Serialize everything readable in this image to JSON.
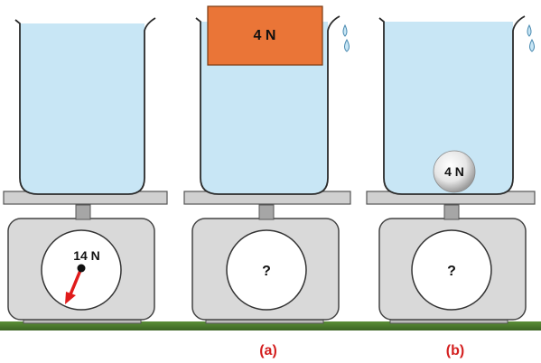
{
  "scales": [
    {
      "reading": "14 N"
    },
    {
      "reading": "?",
      "object_label": "4 N"
    },
    {
      "reading": "?",
      "object_label": "4 N"
    }
  ],
  "captions": [
    "(a)",
    "(b)"
  ],
  "colors": {
    "water": "#c8e6f5",
    "beaker_outline": "#2b2b2b",
    "block": "#ea7537",
    "scale_body": "#d9d9d9",
    "ground": "#4a7a2e",
    "needle": "#e01b1b",
    "caption": "#d42020"
  }
}
